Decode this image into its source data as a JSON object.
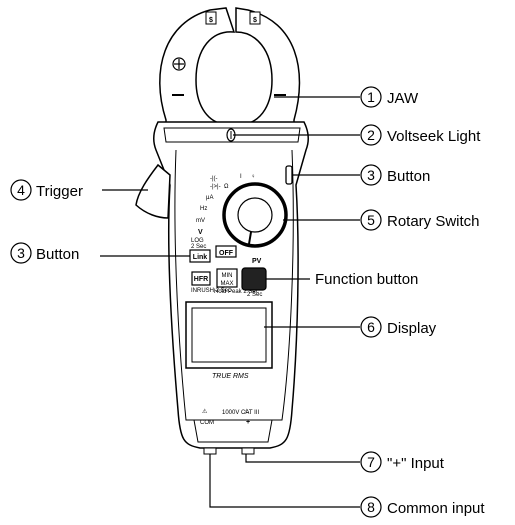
{
  "meter": {
    "jaw_symbols": [
      "$",
      "$"
    ],
    "range_symbols": [
      "-|(-",
      "-|>|-",
      "Ω",
      "μA",
      "Hz",
      "mV",
      "V",
      "OFF"
    ],
    "pv_label": "PV",
    "link_caption": "LOG",
    "link_sub": "2 Sec",
    "link_button": "Link",
    "off_label": "OFF",
    "hfr_button": "HFR",
    "hfr_sub": "INRUSH 2 Sec",
    "minmax_top": "MIN",
    "minmax_bottom": "MAX",
    "minmax_sub": "Hold Peak 2 Sec",
    "func_sub": "2 Sec",
    "true_rms": "TRUE RMS",
    "com_label": "COM",
    "volt_label": "1000V CAT III",
    "plus_label": "+"
  },
  "callouts": [
    {
      "number": "1",
      "label": "JAW"
    },
    {
      "number": "2",
      "label": "Voltseek Light"
    },
    {
      "number": "3",
      "label": "Button"
    },
    {
      "number": "4",
      "label": "Trigger"
    },
    {
      "number": "5",
      "label": "Rotary Switch"
    },
    {
      "number": "3",
      "label": "Button"
    },
    {
      "number": "",
      "label": "Function button"
    },
    {
      "number": "6",
      "label": "Display"
    },
    {
      "number": "7",
      "label": "\"+\" Input"
    },
    {
      "number": "8",
      "label": "Common input"
    }
  ]
}
